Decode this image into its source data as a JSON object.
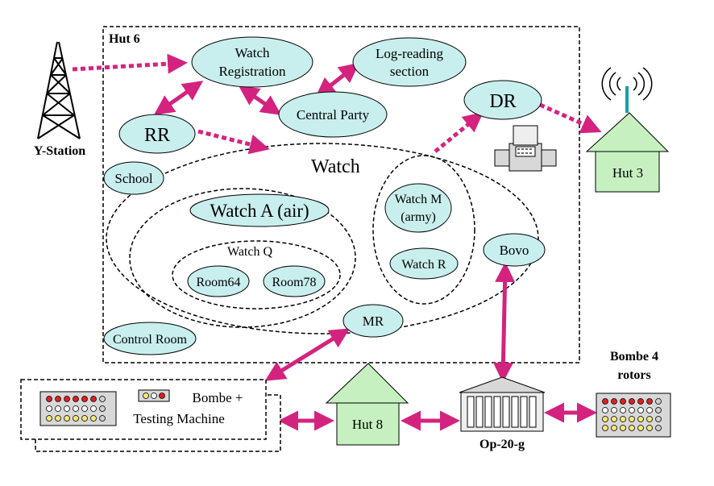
{
  "colors": {
    "ellipse_fill": "#c9eeee",
    "house_fill": "#c6f0c0",
    "arrow": "#d4237f",
    "antenna_mast": "#18a0a8"
  },
  "hut6": {
    "label": "Hut 6"
  },
  "y_station": {
    "label": "Y-Station"
  },
  "nodes": {
    "watch_registration": {
      "line1": "Watch",
      "line2": "Registration"
    },
    "log_reading": {
      "line1": "Log-reading",
      "line2": "section"
    },
    "central_party": {
      "label": "Central Party"
    },
    "rr": {
      "label": "RR"
    },
    "dr": {
      "label": "DR"
    },
    "school": {
      "label": "School"
    },
    "watch_a": {
      "label": "Watch A (air)"
    },
    "watch_m": {
      "line1": "Watch M",
      "line2": "(army)"
    },
    "watch_r": {
      "label": "Watch R"
    },
    "room64": {
      "label": "Room64"
    },
    "room78": {
      "label": "Room78"
    },
    "bovo": {
      "label": "Bovo"
    },
    "mr": {
      "label": "MR"
    },
    "control_room": {
      "label": "Control Room"
    }
  },
  "groups": {
    "watch": {
      "label": "Watch"
    },
    "watch_q": {
      "label": "Watch Q"
    }
  },
  "huts": {
    "hut3": {
      "label": "Hut 3"
    },
    "hut8": {
      "label": "Hut 8"
    }
  },
  "op20g": {
    "label": "Op-20-g"
  },
  "bombe_testing": {
    "line1": "Bombe +",
    "line2": "Testing Machine"
  },
  "bombe4": {
    "line1": "Bombe 4",
    "line2": "rotors"
  }
}
